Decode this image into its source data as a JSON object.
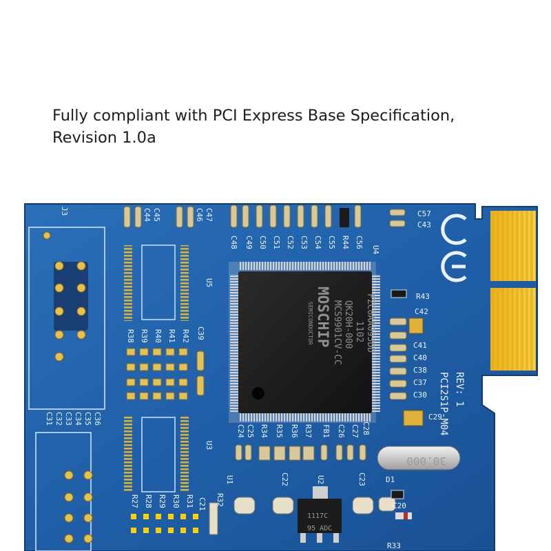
{
  "caption": {
    "line1": "Fully compliant with PCI Express Base Specification,",
    "line2": "Revision 1.0a"
  },
  "board": {
    "chip_brand": "MOSCHIP",
    "chip_sub": "SEMICONDUCTOR",
    "chip_lines": [
      "MCS9901CV-CC",
      "QK20H-000",
      "1102",
      "FZC0AA095DD"
    ],
    "model": "PCI2S1P-M04",
    "rev": "REV: 1",
    "ce_mark": "CE",
    "crystal": "30.000",
    "regulator_lines": [
      "1117C",
      "95 ADC"
    ],
    "labels": {
      "J3": "J3",
      "U5": "U5",
      "U4": "U4",
      "U3": "U3",
      "U2": "U2",
      "U1": "U1",
      "C57": "C57",
      "C43": "C43",
      "C42": "C42",
      "R43": "R43",
      "C41": "C41",
      "C40": "C40",
      "C38": "C38",
      "C37": "C37",
      "C30": "C30",
      "C29": "C29",
      "C44": "C44",
      "C45": "C45",
      "C46": "C46",
      "C47": "C47",
      "C48": "C48",
      "C49": "C49",
      "C50": "C50",
      "C51": "C51",
      "C52": "C52",
      "C53": "C53",
      "C54": "C54",
      "C55": "C55",
      "R44": "R44",
      "C56": "C56",
      "R38": "R38",
      "R39": "R39",
      "R40": "R40",
      "R41": "R41",
      "R42": "R42",
      "C39": "C39",
      "C31": "C31",
      "C32": "C32",
      "C33": "C33",
      "C34": "C34",
      "C35": "C35",
      "C36": "C36",
      "C24": "C24",
      "C25": "C25",
      "R34": "R34",
      "R35": "R35",
      "R36": "R36",
      "R37": "R37",
      "FB1": "FB1",
      "C26": "C26",
      "C27": "C27",
      "C28": "C28",
      "C22": "C22",
      "C23": "C23",
      "C21": "C21",
      "C20": "C20",
      "R27": "R27",
      "R28": "R28",
      "R29": "R29",
      "R30": "R30",
      "R31": "R31",
      "R32": "R32",
      "D1": "D1",
      "R33": "R33"
    }
  }
}
